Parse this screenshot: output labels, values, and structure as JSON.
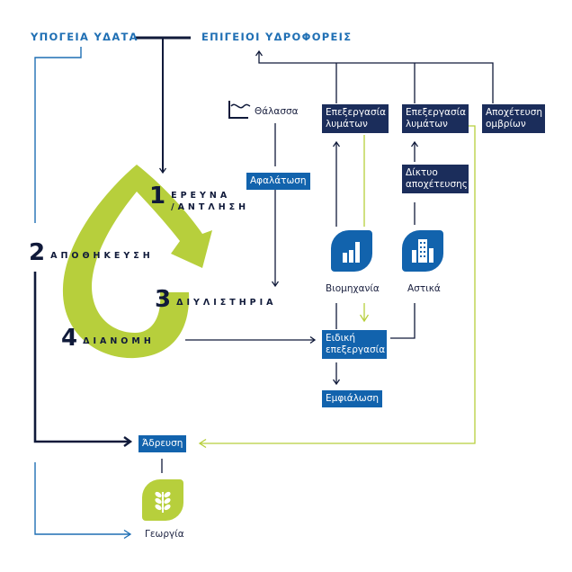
{
  "colors": {
    "navy": "#101a3a",
    "dark_box": "#1b2d5b",
    "blue": "#1263ad",
    "header_blue": "#1f6fb4",
    "green": "#b7cf3c"
  },
  "headers": {
    "groundwater": "ΥΠΟΓΕΙΑ ΥΔΑΤΑ",
    "surface_water": "ΕΠΙΓΕΙΟΙ ΥΔΡΟΦΟΡΕΙΣ"
  },
  "steps": [
    {
      "number": "1",
      "label_line1": "ΕΡΕΥΝΑ",
      "label_line2": "/ΑΝΤΛΗΣΗ"
    },
    {
      "number": "2",
      "label_line1": "ΑΠΟΘΗΚΕΥΣΗ"
    },
    {
      "number": "3",
      "label_line1": "ΔΙΥΛΙΣΤΗΡΙΑ"
    },
    {
      "number": "4",
      "label_line1": "ΔΙΑΝΟΜΗ"
    }
  ],
  "nodes": {
    "sea": {
      "label": "Θάλασσα",
      "icon": "sea-wave-icon"
    },
    "desalination": "Αφαλάτωση",
    "wastewater_1": {
      "line1": "Επεξεργασία",
      "line2": "λυμάτων"
    },
    "wastewater_2": {
      "line1": "Επεξεργασία",
      "line2": "λυμάτων"
    },
    "stormwater": {
      "line1": "Αποχέτευση",
      "line2": "ομβρίων"
    },
    "sewer_network": {
      "line1": "Δίκτυο",
      "line2": "αποχέτευσης"
    },
    "industry": {
      "label": "Βιομηχανία",
      "icon": "bar-chart-factory-icon"
    },
    "urban": {
      "label": "Αστικά",
      "icon": "building-icon"
    },
    "special_treatment": {
      "line1": "Ειδική",
      "line2": "επεξεργασία"
    },
    "bottling": "Εμφιάλωση",
    "irrigation": "Άδρευση",
    "agriculture": {
      "label": "Γεωργία",
      "icon": "wheat-icon"
    }
  }
}
